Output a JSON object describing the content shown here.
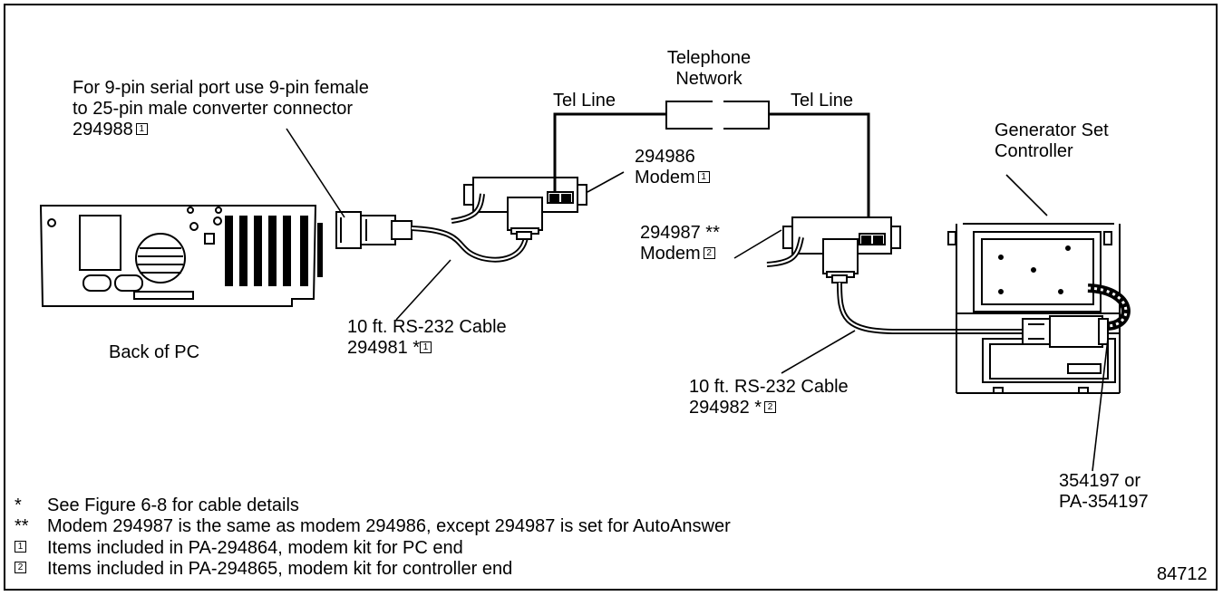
{
  "labels": {
    "telephone_network": [
      "Telephone",
      "Network"
    ],
    "tel_line_left": "Tel Line",
    "tel_line_right": "Tel Line",
    "converter_note": [
      "For 9-pin serial port use 9-pin female",
      "to 25-pin male converter connector"
    ],
    "converter_part": "294988",
    "modem1_part": "294986",
    "modem1_label": "Modem",
    "modem2_part": "294987 **",
    "modem2_label": "Modem",
    "generator": [
      "Generator Set",
      "Controller"
    ],
    "back_of_pc": "Back of PC",
    "cable1": "10 ft. RS-232 Cable",
    "cable1_part": "294981 *",
    "cable2": "10 ft. RS-232 Cable",
    "cable2_part": "294982 *",
    "harness": [
      "354197 or",
      "PA-354197"
    ],
    "figure_number": "84712"
  },
  "box_marks": {
    "one": "1",
    "two": "2"
  },
  "notes": [
    {
      "mark": "*",
      "text": "See Figure 6-8 for cable details"
    },
    {
      "mark": "**",
      "text": "Modem 294987 is the same as modem 294986, except 294987 is set for AutoAnswer"
    },
    {
      "box": "1",
      "text": "Items included in PA-294864, modem kit for PC end"
    },
    {
      "box": "2",
      "text": "Items included in PA-294865, modem kit for controller end"
    }
  ]
}
